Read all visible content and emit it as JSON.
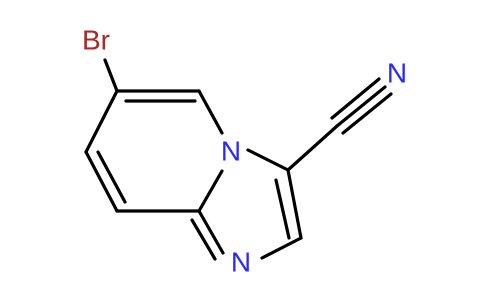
{
  "molecule": {
    "colors": {
      "bond": "#000000",
      "bromine": "#a52a2a",
      "nitrogen": "#2929ff",
      "background": "#ffffff"
    },
    "atoms": {
      "br": "Br",
      "n_bridge": "N",
      "n_imidazole": "N",
      "n_nitrile": "N"
    }
  }
}
